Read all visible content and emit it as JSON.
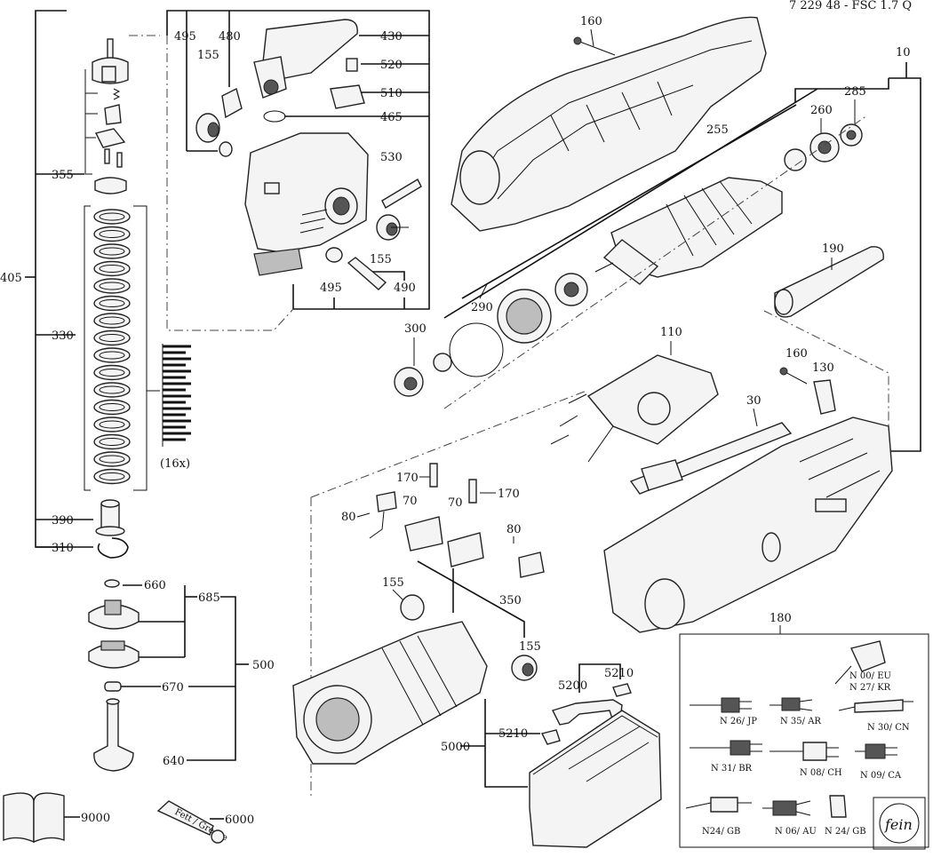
{
  "header": {
    "document_code": "7 229 48 - FSC 1.7 Q"
  },
  "labels": {
    "p160a": "160",
    "p10": "10",
    "p285": "285",
    "p260": "260",
    "p255": "255",
    "p190": "190",
    "p110": "110",
    "p160b": "160",
    "p130": "130",
    "p30": "30",
    "p300": "300",
    "p290": "290",
    "p495a": "495",
    "p480": "480",
    "p155a": "155",
    "p430": "430",
    "p520": "520",
    "p510": "510",
    "p465": "465",
    "p530": "530",
    "p155b": "155",
    "p495b": "495",
    "p490": "490",
    "p355": "355",
    "p405": "405",
    "p330": "330",
    "count16": "(16x)",
    "p390": "390",
    "p310": "310",
    "p660": "660",
    "p685": "685",
    "p500": "500",
    "p670": "670",
    "p640": "640",
    "p170a": "170",
    "p170b": "170",
    "p80a": "80",
    "p70a": "70",
    "p70b": "70",
    "p80b": "80",
    "p155c": "155",
    "p350": "350",
    "p155d": "155",
    "p5200": "5200",
    "p5210a": "5210",
    "p5210b": "5210",
    "p5000": "5000",
    "p9000": "9000",
    "p6000": "6000",
    "tube_text": "Fett / Grease",
    "p180": "180"
  },
  "plugs": [
    "N 00/ EU",
    "N 27/ KR",
    "N 26/ JP",
    "N 35/ AR",
    "N 30/ CN",
    "N 31/ BR",
    "N 08/ CH",
    "N 09/ CA",
    "N24/ GB",
    "N 06/ AU",
    "N 24/ GB"
  ],
  "brand": {
    "logo_text": "fein"
  }
}
